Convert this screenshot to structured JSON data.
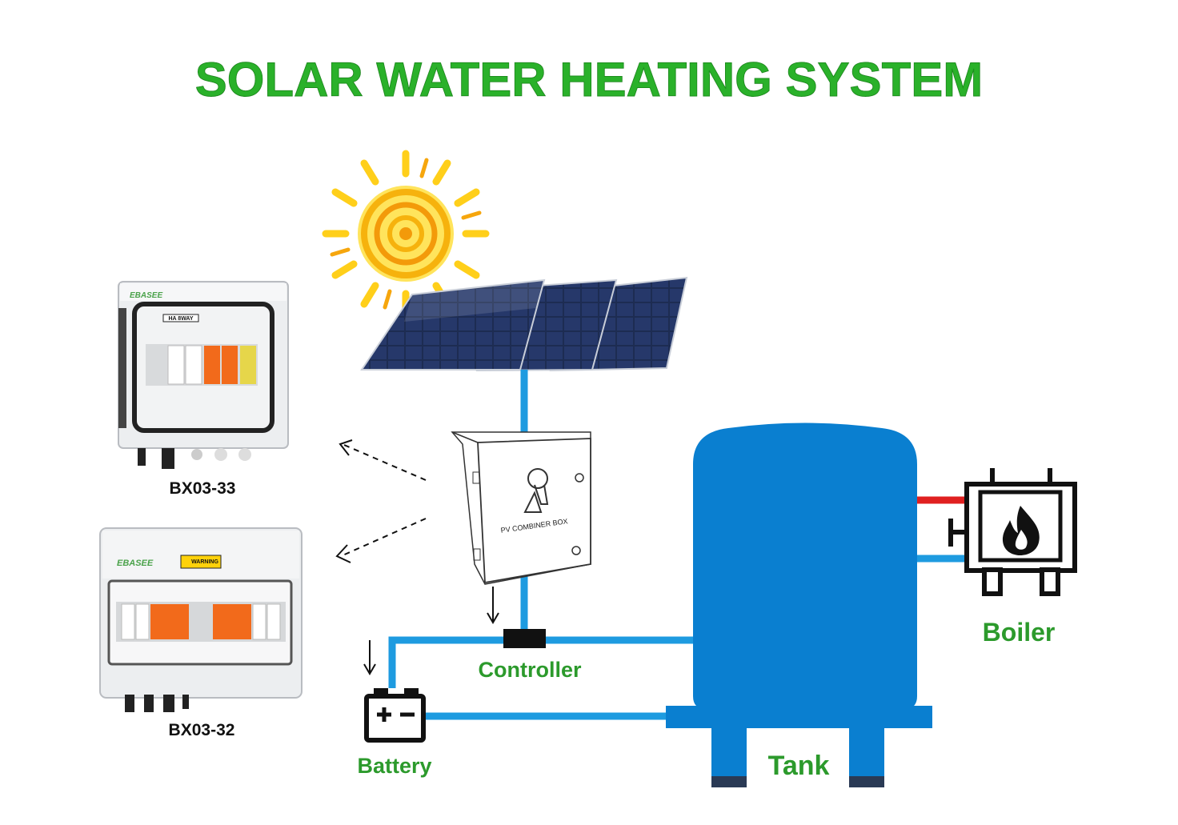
{
  "title": "SOLAR WATER HEATING SYSTEM",
  "labels": {
    "controller": "Controller",
    "battery": "Battery",
    "tank": "Tank",
    "boiler": "Boiler",
    "box_top_model": "BX03-33",
    "box_bottom_model": "BX03-32",
    "combiner_box": "PV COMBINER BOX",
    "brand_top": "EBASEE",
    "brand_bottom": "EBASEE",
    "box_top_tag": "HA 8WAY",
    "warning": "WARNING"
  },
  "colors": {
    "title_green": "#2bb12b",
    "label_green": "#2c9a2c",
    "pipe_blue": "#1e9be0",
    "tank_blue": "#0a7fd0",
    "hot_red": "#e02020",
    "sun_yellow": "#ffd21a",
    "sun_orange": "#f6a60d",
    "panel_dark": "#1c2a4a",
    "breaker_orange": "#f26a1b"
  },
  "icons": {
    "sun": "sun-icon",
    "solar_panels": "solar-panel-icon",
    "battery": "battery-icon",
    "boiler": "flame-icon"
  }
}
